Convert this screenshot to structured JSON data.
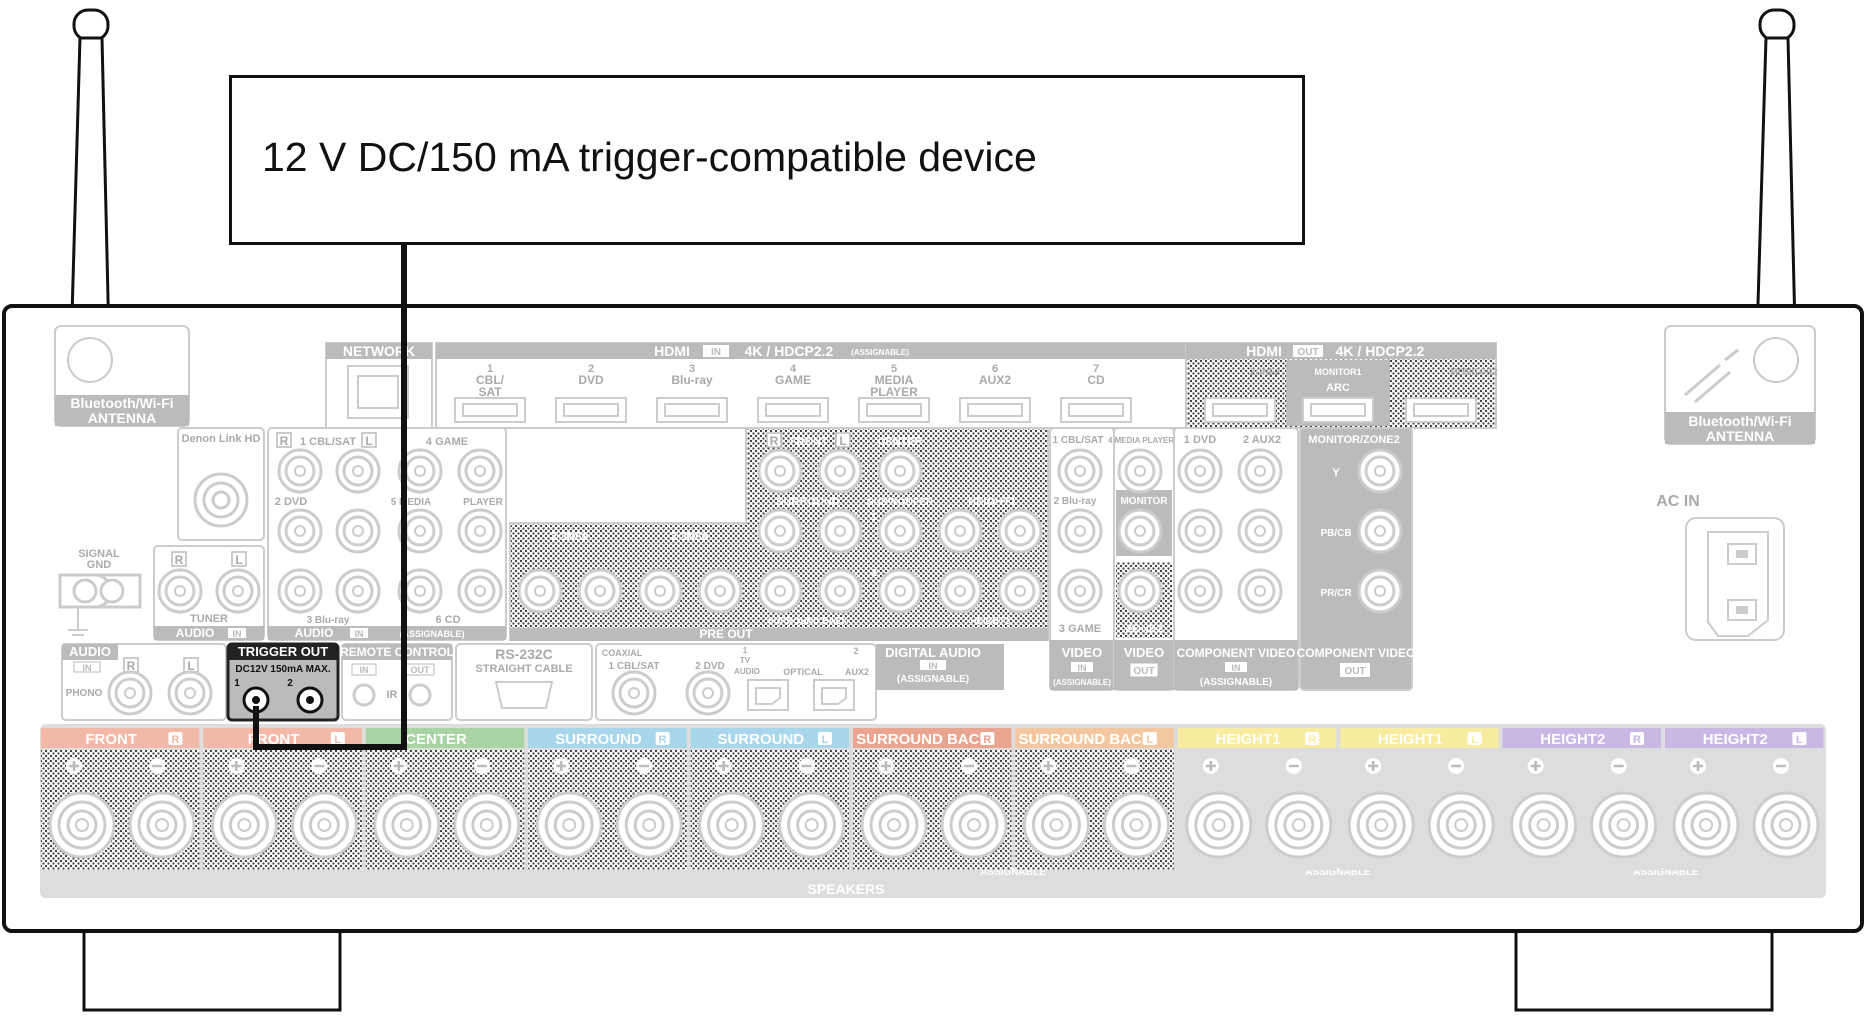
{
  "device": {
    "label": "12 V DC/150 mA trigger-compatible device"
  },
  "antenna_left": {
    "line1": "Bluetooth/Wi-Fi",
    "line2": "ANTENNA"
  },
  "antenna_right": {
    "line1": "Bluetooth/Wi-Fi",
    "line2": "ANTENNA"
  },
  "network": {
    "label": "NETWORK"
  },
  "hdmi_in": {
    "label": "HDMI",
    "tag": "IN",
    "spec": "4K / HDCP2.2",
    "assign": "(ASSIGNABLE)",
    "ports": [
      {
        "num": "1",
        "name": "CBL/",
        "name2": "SAT"
      },
      {
        "num": "2",
        "name": "DVD",
        "name2": ""
      },
      {
        "num": "3",
        "name": "Blu-ray",
        "name2": ""
      },
      {
        "num": "4",
        "name": "GAME",
        "name2": ""
      },
      {
        "num": "5",
        "name": "MEDIA",
        "name2": "PLAYER"
      },
      {
        "num": "6",
        "name": "AUX2",
        "name2": ""
      },
      {
        "num": "7",
        "name": "CD",
        "name2": ""
      }
    ]
  },
  "hdmi_out": {
    "label": "HDMI",
    "tag": "OUT",
    "spec": "4K / HDCP2.2",
    "zone2": "ZONE2",
    "monitor1": "MONITOR1",
    "arc": "ARC",
    "monitor2": "MONITOR2"
  },
  "denon_link": {
    "label": "Denon Link HD"
  },
  "signal_gnd": {
    "line1": "SIGNAL",
    "line2": "GND"
  },
  "audio_in_block": {
    "r": "R",
    "l": "L",
    "cbl": "1 CBL/SAT",
    "game": "4 GAME",
    "dvd": "2 DVD",
    "media": "5 MEDIA",
    "player": "PLAYER",
    "bluray": "3 Blu-ray",
    "cd": "6 CD",
    "audio": "AUDIO",
    "in": "IN",
    "assign": "(ASSIGNABLE)"
  },
  "tuner": {
    "label": "TUNER",
    "audio": "AUDIO",
    "in": "IN",
    "r": "R",
    "l": "L"
  },
  "pre_out": {
    "front": "FRONT",
    "center": "CENTER",
    "surround": "SURROUND",
    "subwoofer": "SUBWOOFER",
    "height1": "HEIGHT1",
    "surround_back": "SURROUND BACK",
    "height2": "HEIGHT2",
    "zone2": "ZONE2",
    "zone3": "ZONE3",
    "label": "PRE OUT",
    "r": "R",
    "l": "L",
    "one": "1",
    "two": "2"
  },
  "video_in": {
    "cbl": "1 CBL/SAT",
    "media": "4 MEDIA PLAYER",
    "bluray": "2 Blu-ray",
    "game": "3 GAME",
    "video": "VIDEO",
    "in": "IN",
    "assign": "(ASSIGNABLE)"
  },
  "video_out": {
    "monitor": "MONITOR",
    "zone2": "ZONE2",
    "video": "VIDEO",
    "out": "OUT"
  },
  "component_in": {
    "dvd": "1 DVD",
    "aux2": "2 AUX2",
    "label": "COMPONENT VIDEO",
    "in": "IN",
    "assign": "(ASSIGNABLE)"
  },
  "component_out": {
    "header": "MONITOR/ZONE2",
    "y": "Y",
    "pb": "PB/CB",
    "pr": "PR/CR",
    "label": "COMPONENT VIDEO",
    "out": "OUT"
  },
  "ac_in": {
    "label": "AC IN"
  },
  "phono": {
    "audio": "AUDIO",
    "in": "IN",
    "r": "R",
    "l": "L",
    "phono": "PHONO"
  },
  "trigger": {
    "label": "TRIGGER OUT",
    "spec": "DC12V 150mA MAX.",
    "p1": "1",
    "p2": "2"
  },
  "remote": {
    "label": "REMOTE CONTROL",
    "in": "IN",
    "out": "OUT",
    "ir": "IR"
  },
  "rs232c": {
    "label": "RS-232C",
    "cable": "STRAIGHT CABLE"
  },
  "digital_audio": {
    "coaxial": "COAXIAL",
    "cbl": "1 CBL/SAT",
    "dvd": "2 DVD",
    "tv1": "1",
    "tv": "TV",
    "tv3": "AUDIO",
    "optical": "OPTICAL",
    "aux2num": "2",
    "aux2": "AUX2",
    "label": "DIGITAL AUDIO",
    "in": "IN",
    "assign": "(ASSIGNABLE)"
  },
  "speakers": {
    "label": "SPEAKERS",
    "assignable": "ASSIGNABLE",
    "channels": [
      {
        "name": "FRONT",
        "side": "R",
        "color": "#f2b8a8"
      },
      {
        "name": "FRONT",
        "side": "L",
        "color": "#f2b8a8"
      },
      {
        "name": "CENTER",
        "side": "",
        "color": "#a9d3a4"
      },
      {
        "name": "SURROUND",
        "side": "R",
        "color": "#a8d6ea"
      },
      {
        "name": "SURROUND",
        "side": "L",
        "color": "#a8d6ea"
      },
      {
        "name": "SURROUND BACK",
        "side": "R",
        "color": "#e9a58f"
      },
      {
        "name": "SURROUND BACK",
        "side": "L",
        "color": "#f3c8a0"
      },
      {
        "name": "HEIGHT1",
        "side": "R",
        "color": "#f7ec9f"
      },
      {
        "name": "HEIGHT1",
        "side": "L",
        "color": "#f7ec9f"
      },
      {
        "name": "HEIGHT2",
        "side": "R",
        "color": "#c9b8e4"
      },
      {
        "name": "HEIGHT2",
        "side": "L",
        "color": "#c9b8e4"
      }
    ]
  }
}
